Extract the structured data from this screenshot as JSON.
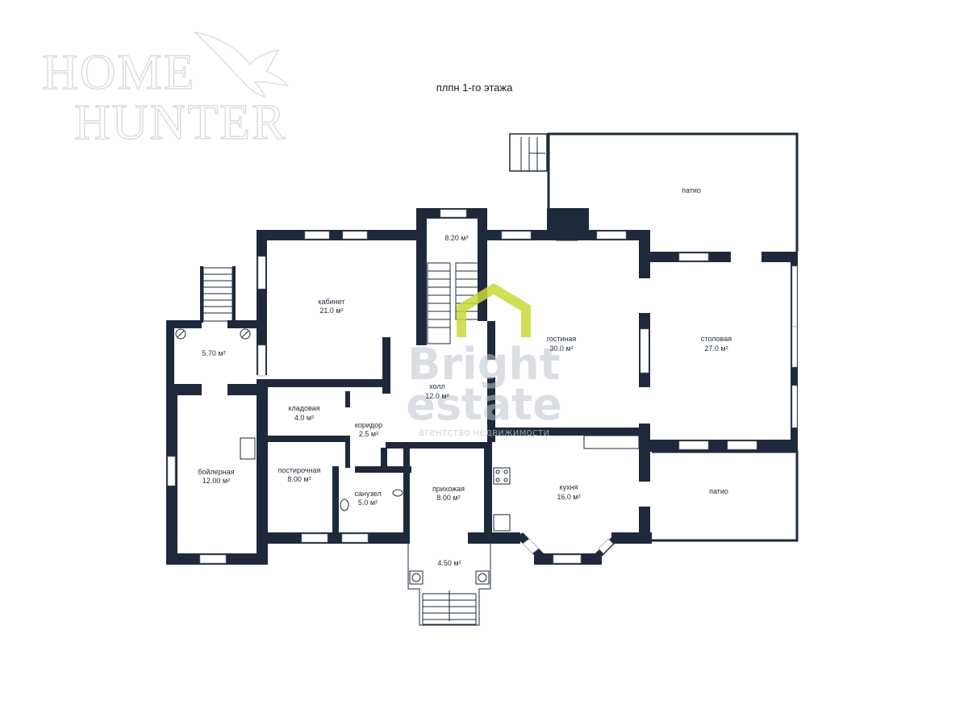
{
  "title": "плпн 1-го этажа",
  "logo": {
    "line1": "HOME",
    "line2": "HUNTER"
  },
  "watermark": {
    "line1": "Bright",
    "line2": "estate",
    "sub": "агентство недвижимости",
    "accent_color": "#c9d93a"
  },
  "colors": {
    "wall": "#1e2a3b",
    "window": "#ffffff",
    "background": "#ffffff"
  },
  "rooms": [
    {
      "name": "",
      "area": "8.20 м²"
    },
    {
      "name": "кабинет",
      "area": "21.0 м²"
    },
    {
      "name": "гостиная",
      "area": "30.0 м²"
    },
    {
      "name": "столовая",
      "area": "27.0 м²"
    },
    {
      "name": "патио",
      "area": ""
    },
    {
      "name": "",
      "area": "5.70 м²"
    },
    {
      "name": "холл",
      "area": "12.0 м²"
    },
    {
      "name": "кладовая",
      "area": "4.0 м²"
    },
    {
      "name": "коридор",
      "area": "2.5 м²"
    },
    {
      "name": "бойлерная",
      "area": "12.00 м²"
    },
    {
      "name": "постирочная",
      "area": "8.00 м²"
    },
    {
      "name": "санузел",
      "area": "5.0 м²"
    },
    {
      "name": "прихожая",
      "area": "8.00 м²"
    },
    {
      "name": "кухня",
      "area": "16.0 м²"
    },
    {
      "name": "патио",
      "area": ""
    },
    {
      "name": "",
      "area": "4.50 м²"
    }
  ]
}
